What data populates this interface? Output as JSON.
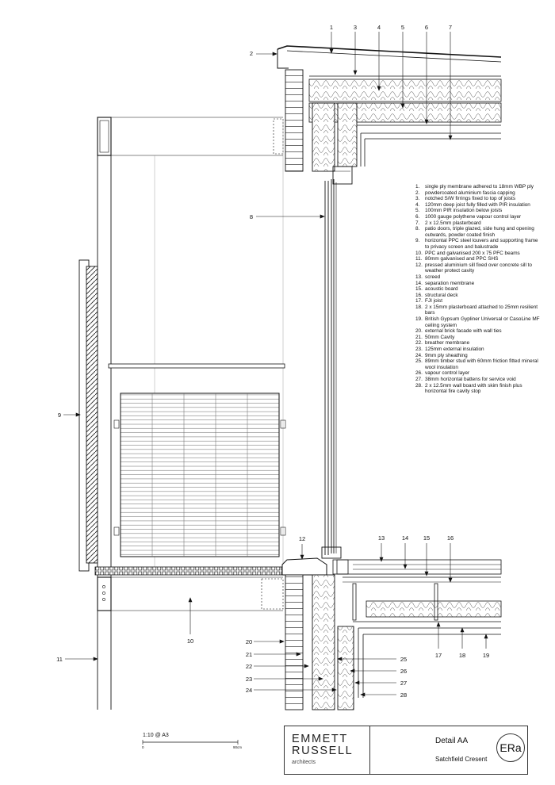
{
  "callouts": [
    "1",
    "2",
    "3",
    "4",
    "5",
    "6",
    "7",
    "8",
    "9",
    "10",
    "11",
    "12",
    "13",
    "14",
    "15",
    "16",
    "17",
    "18",
    "19",
    "20",
    "21",
    "22",
    "23",
    "24",
    "25",
    "26",
    "27",
    "28"
  ],
  "notes": [
    {
      "n": "1.",
      "t": "single ply membrane adhered to 18mm WBP ply"
    },
    {
      "n": "2.",
      "t": "powdercoated aluminium fascia capping"
    },
    {
      "n": "3.",
      "t": "notched S/W firrings fixed to top of joists"
    },
    {
      "n": "4.",
      "t": "120mm deep joist fully filled with PIR insulation"
    },
    {
      "n": "5.",
      "t": "100mm PIR insulation below joists"
    },
    {
      "n": "6.",
      "t": "1000 gauge polythene vapour control layer"
    },
    {
      "n": "7.",
      "t": "2 x 12.5mm plasterboard"
    },
    {
      "n": "8.",
      "t": "patio doors, triple glazed, side hung and opening outwards, powder coated finish"
    },
    {
      "n": "9.",
      "t": "horizontal PPC steel louvers and supporting frame to privacy screen and balustrade"
    },
    {
      "n": "10.",
      "t": "PPC and galvanised 200 x 75 PFC beams"
    },
    {
      "n": "11.",
      "t": "80mm galvanised and PPC SHS"
    },
    {
      "n": "12.",
      "t": "pressed aluminium sill fixed over concrete sill to weather protect cavity"
    },
    {
      "n": "13.",
      "t": "screed"
    },
    {
      "n": "14.",
      "t": "separation membrane"
    },
    {
      "n": "15.",
      "t": "acoustic board"
    },
    {
      "n": "16.",
      "t": "structural deck"
    },
    {
      "n": "17.",
      "t": "FJI joist"
    },
    {
      "n": "18.",
      "t": "2 x 15mm plasterboard attached to 25mm resilient bars"
    },
    {
      "n": "19.",
      "t": "British Gypsum Gypliner Universal or CasoLine MF ceiling system"
    },
    {
      "n": "20.",
      "t": "external brick facade with wall ties"
    },
    {
      "n": "21.",
      "t": "50mm Cavity"
    },
    {
      "n": "22.",
      "t": "breather membrane"
    },
    {
      "n": "23.",
      "t": "125mm external insulation"
    },
    {
      "n": "24.",
      "t": "9mm ply sheathing"
    },
    {
      "n": "25.",
      "t": "89mm timber stud with 60mm friction fitted mineral wool insulation"
    },
    {
      "n": "26.",
      "t": "vapour control layer"
    },
    {
      "n": "27.",
      "t": "38mm horizontal battens for service void"
    },
    {
      "n": "28.",
      "t": "2 x 12.5mm wall board with skim finish plus horizontal fire cavity stop"
    }
  ],
  "scale": {
    "label": "1:10 @ A3",
    "start": "0",
    "end": "90cm"
  },
  "titleblock": {
    "firm_line1": "EMMETT",
    "firm_line2": "RUSSELL",
    "firm_line3": "architects",
    "detail": "Detail AA",
    "project": "Satchfield Cresent",
    "logo": "ERa"
  }
}
